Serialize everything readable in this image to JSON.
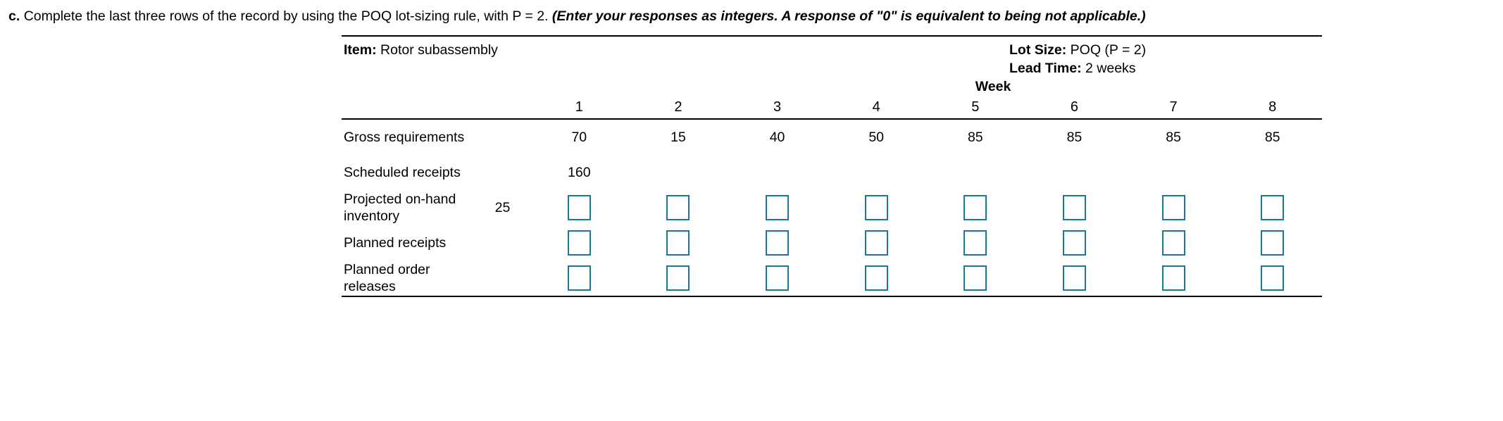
{
  "prompt": {
    "lead": "c.",
    "text": "Complete the last three rows of the record by using the POQ lot-sizing rule, with P = 2.",
    "note": "(Enter your responses as integers. A response of \"0\" is equivalent to being not applicable.)"
  },
  "record": {
    "item_label": "Item:",
    "item_value": "Rotor subassembly",
    "lot_size_label": "Lot Size:",
    "lot_size_value": "POQ (P = 2)",
    "lead_time_label": "Lead Time:",
    "lead_time_value": "2 weeks",
    "week_header": "Week",
    "weeks": [
      "1",
      "2",
      "3",
      "4",
      "5",
      "6",
      "7",
      "8"
    ],
    "rows": [
      {
        "name": "gross-requirements",
        "label": "Gross requirements",
        "onhand": "",
        "type": "values",
        "values": [
          "70",
          "15",
          "40",
          "50",
          "85",
          "85",
          "85",
          "85"
        ]
      },
      {
        "name": "scheduled-receipts",
        "label": "Scheduled receipts",
        "onhand": "",
        "type": "values",
        "values": [
          "160",
          "",
          "",
          "",
          "",
          "",
          "",
          ""
        ]
      },
      {
        "name": "projected-on-hand-inventory",
        "label": "Projected on-hand inventory",
        "onhand": "25",
        "type": "inputs",
        "values": [
          "",
          "",
          "",
          "",
          "",
          "",
          "",
          ""
        ]
      },
      {
        "name": "planned-receipts",
        "label": "Planned receipts",
        "onhand": "",
        "type": "inputs",
        "values": [
          "",
          "",
          "",
          "",
          "",
          "",
          "",
          ""
        ]
      },
      {
        "name": "planned-order-releases",
        "label": "Planned order releases",
        "onhand": "",
        "type": "inputs",
        "values": [
          "",
          "",
          "",
          "",
          "",
          "",
          "",
          ""
        ]
      }
    ]
  },
  "colors": {
    "input_border": "#1a7799",
    "rule": "#000000",
    "text": "#000000"
  }
}
